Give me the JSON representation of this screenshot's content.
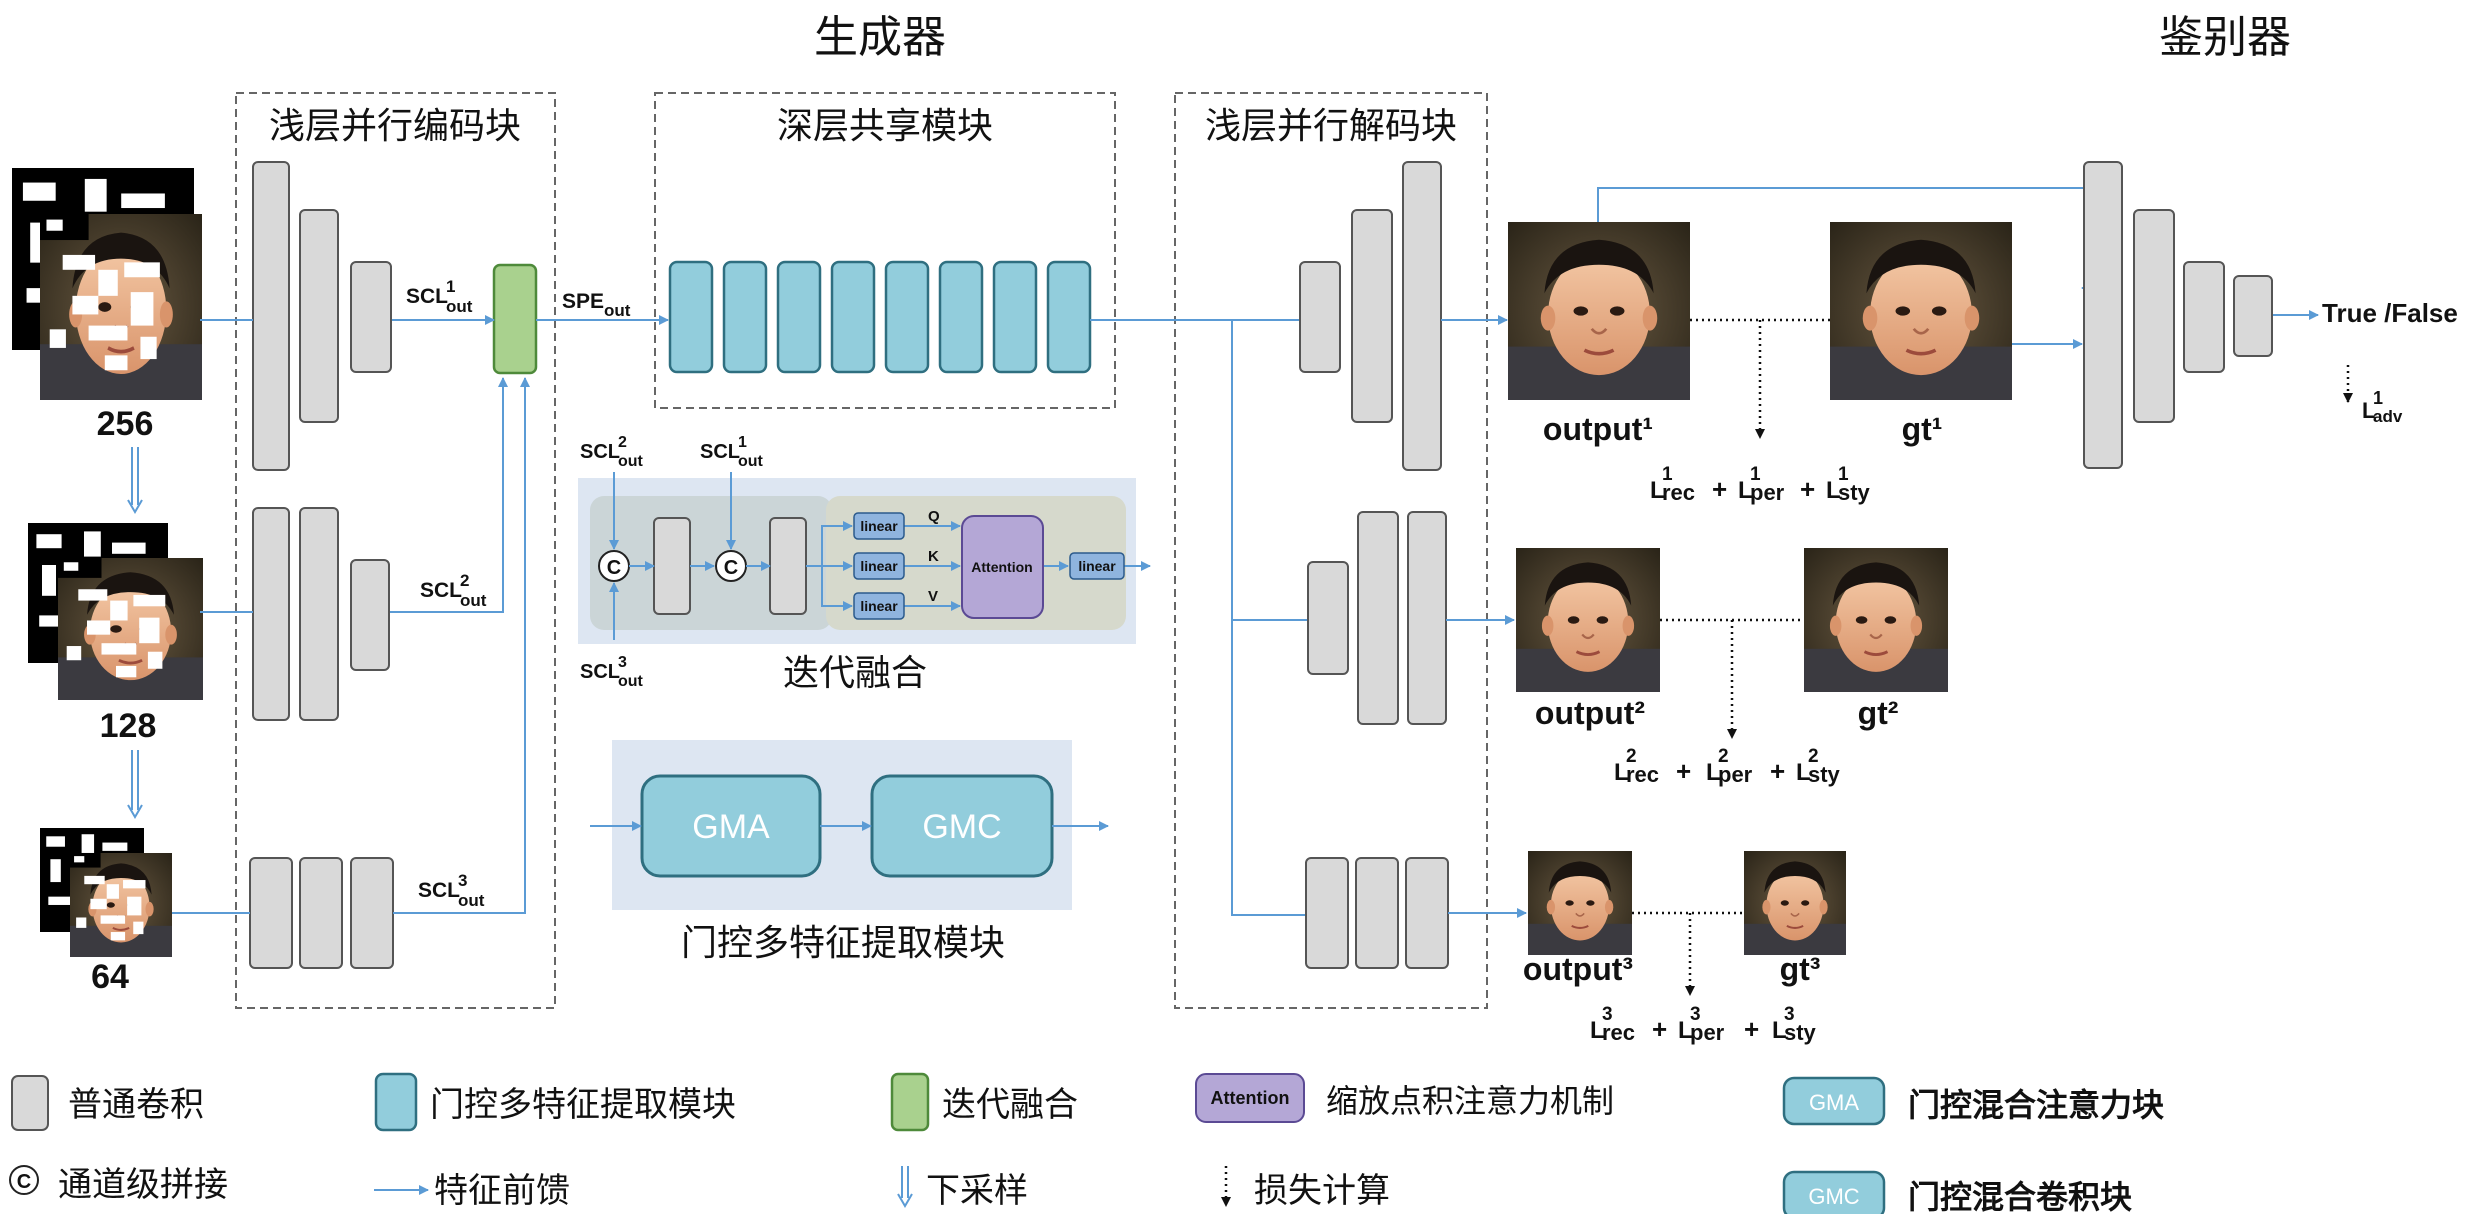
{
  "title_generator": "生成器",
  "title_discriminator": "鉴别器",
  "encoder_title": "浅层并行编码块",
  "shared_title": "深层共享模块",
  "decoder_title": "浅层并行解码块",
  "fusion_title": "迭代融合",
  "gmfe_title": "门控多特征提取模块",
  "scales": [
    "256",
    "128",
    "64"
  ],
  "scl_base": "SCL",
  "scl_sub": "out",
  "scl_sups": [
    "1",
    "2",
    "3"
  ],
  "spe_base": "SPE",
  "spe_sub": "out",
  "concat_symbol": "C",
  "linear_label": "linear",
  "qkv": [
    "Q",
    "K",
    "V"
  ],
  "attention_label": "Attention",
  "gma_label": "GMA",
  "gmc_label": "GMC",
  "outputs": [
    "output¹",
    "output²",
    "output³"
  ],
  "gts": [
    "gt¹",
    "gt²",
    "gt³"
  ],
  "loss_terms": [
    "rec",
    "per",
    "sty"
  ],
  "loss_prefix": "L",
  "plus": "+",
  "adv_loss_sub": "adv",
  "adv_loss_sup": "1",
  "true_false": "True /False",
  "legend": {
    "conv": "普通卷积",
    "gmfe": "门控多特征提取模块",
    "fusion": "迭代融合",
    "attention_box": "Attention",
    "attention": "缩放点积注意力机制",
    "gma_box": "GMA",
    "gma": "门控混合注意力块",
    "concat": "通道级拼接",
    "feed": "特征前馈",
    "down": "下采样",
    "loss": "损失计算",
    "gmc_box": "GMC",
    "gmc": "门控混合卷积块"
  },
  "colors": {
    "arrow": "#5b9bd5",
    "conv_fill": "#d9d9d9",
    "gmfe_fill": "#92cddc",
    "fusion_fill": "#a9d18e",
    "attention_fill": "#b4a7d6",
    "panel_fill": "#dde6f2"
  }
}
